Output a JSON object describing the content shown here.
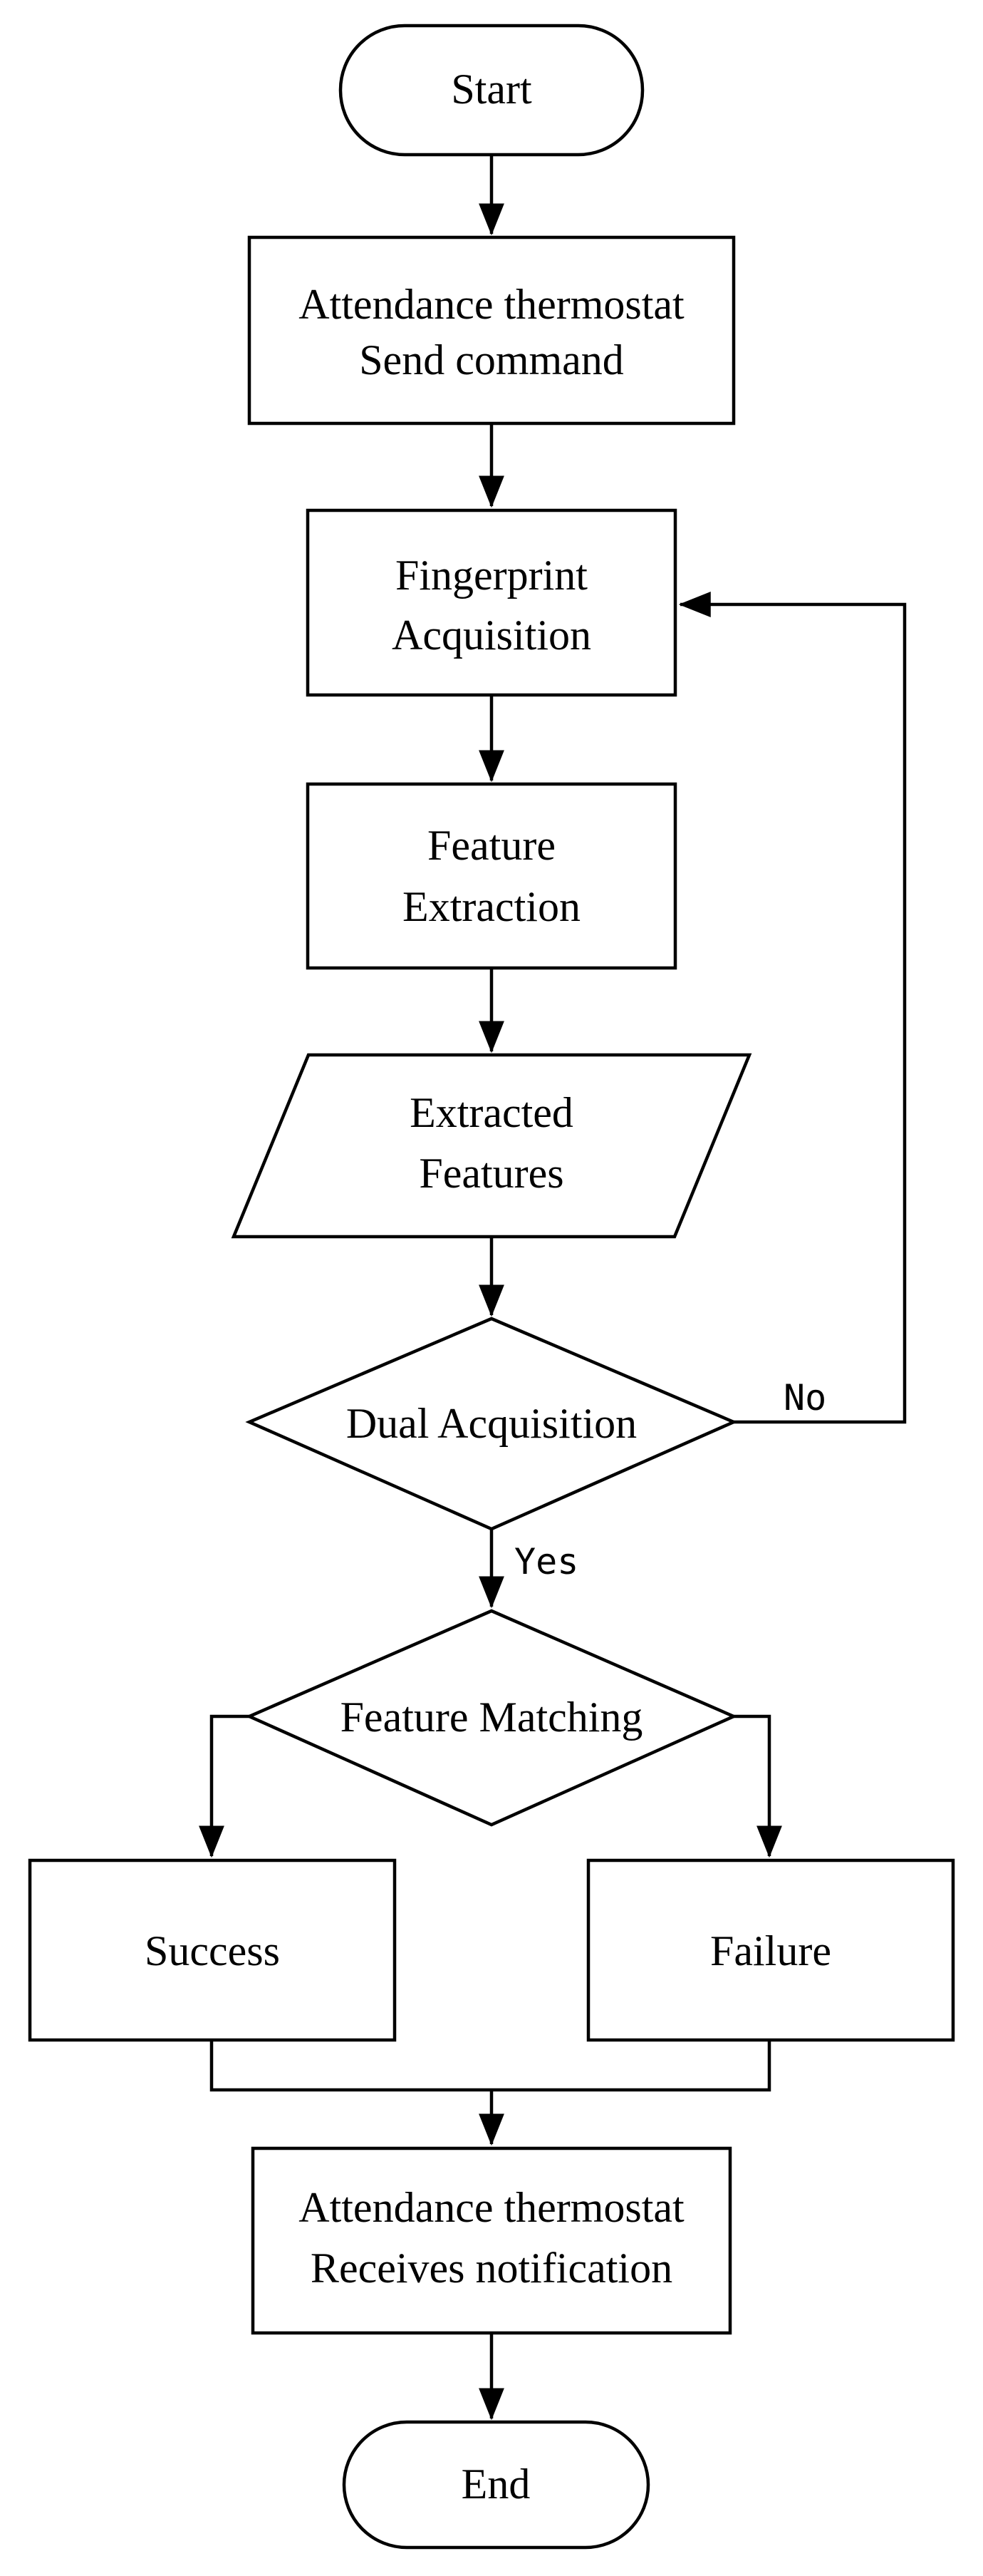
{
  "nodes": {
    "start": {
      "label": "Start"
    },
    "send_command": {
      "line1": "Attendance thermostat",
      "line2": "Send command"
    },
    "fingerprint_acquisition": {
      "line1": "Fingerprint",
      "line2": "Acquisition"
    },
    "feature_extraction": {
      "line1": "Feature",
      "line2": "Extraction"
    },
    "extracted_features": {
      "line1": "Extracted",
      "line2": "Features"
    },
    "dual_acquisition": {
      "label": "Dual Acquisition"
    },
    "feature_matching": {
      "label": "Feature Matching"
    },
    "success": {
      "label": "Success"
    },
    "failure": {
      "label": "Failure"
    },
    "receives_notification": {
      "line1": "Attendance thermostat",
      "line2": "Receives notification"
    },
    "end": {
      "label": "End"
    }
  },
  "edge_labels": {
    "no": "No",
    "yes": "Yes"
  },
  "colors": {
    "stroke": "#000000",
    "fill": "#ffffff",
    "text": "#000000"
  }
}
